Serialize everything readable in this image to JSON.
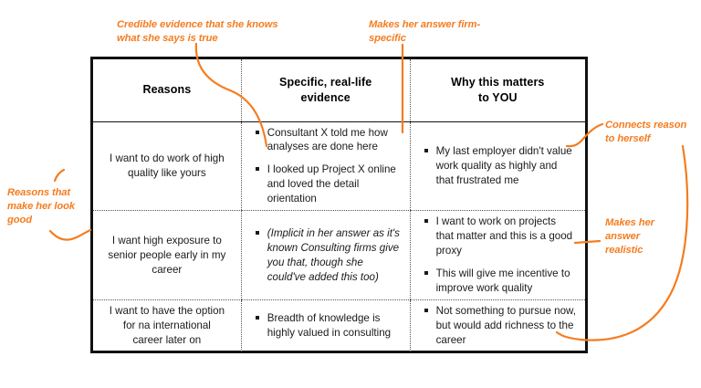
{
  "table": {
    "headers": [
      "Reasons",
      "Specific, real-life\nevidence",
      "Why this matters\nto YOU"
    ],
    "header_lines": {
      "col1_line1": "Reasons",
      "col2_line1": "Specific, real-life",
      "col2_line2": "evidence",
      "col3_line1": "Why this matters",
      "col3_line2": "to YOU"
    },
    "rows": [
      {
        "reason": "I want to do work of high quality like yours",
        "evidence": [
          "Consultant X told me how analyses are done here",
          "I looked up Project X online and loved the detail orientation"
        ],
        "matters": [
          "My last employer didn't value work quality as highly and that frustrated me"
        ]
      },
      {
        "reason": "I want high exposure to senior people early in my career",
        "evidence": [
          "(Implicit in her answer as it's known Consulting firms give you that, though she could've added this too)"
        ],
        "matters": [
          "I want to work on projects that matter and this is a good proxy",
          "This will give me incentive to improve work quality"
        ]
      },
      {
        "reason": "I want to have the option for na international career later on",
        "evidence": [
          "Breadth of knowledge is highly valued in consulting"
        ],
        "matters": [
          "Not something to pursue now, but would add richness to the career"
        ]
      }
    ]
  },
  "annotations": {
    "credible": "Credible evidence that she knows what she says is true",
    "firm_specific": "Makes her answer firm-specific",
    "connects": "Connects reason to herself",
    "reasons_look_good": "Reasons that make her look good",
    "realistic": "Makes her answer realistic"
  },
  "colors": {
    "annotation": "#F57C20",
    "table_border": "#111111",
    "divider": "#555555",
    "text": "#1a1a1a"
  }
}
